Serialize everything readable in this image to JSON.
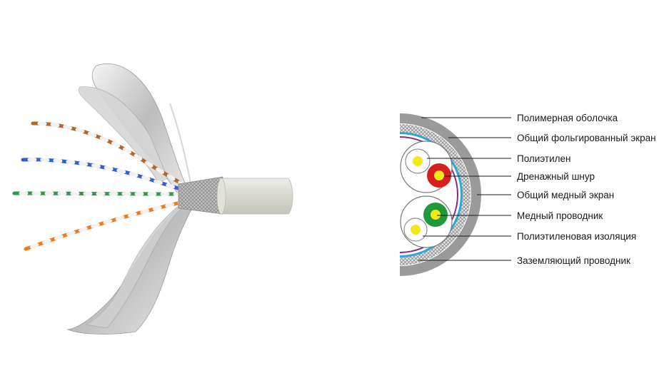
{
  "photo": {
    "pair_colors": [
      "#b5652a",
      "#2f5fd0",
      "#2a9a4a",
      "#f07a1a"
    ],
    "jacket_color": "#dcdcd4",
    "foil_color": "#c8c8c8"
  },
  "cross_section": {
    "colors": {
      "outer_jacket": "#9a9a9a",
      "foil_screen": "#2aa8d8",
      "copper_braid": "#a0a0a0",
      "polyethylene_wrap": "#8a2a7a",
      "drain_wire": "#d81e1e",
      "copper_conductor": "#f2e81a",
      "conductor_insulation_green": "#1e9a3a"
    }
  },
  "labels": [
    {
      "id": "polymer-jacket",
      "text": "Полимерная оболочка"
    },
    {
      "id": "foil-screen",
      "text": "Общий фольгированный экран"
    },
    {
      "id": "polyethylene",
      "text": "Полиэтилен"
    },
    {
      "id": "drain-wire",
      "text": "Дренажный шнур"
    },
    {
      "id": "copper-screen",
      "text": "Общий медный экран"
    },
    {
      "id": "copper-conductor",
      "text": "Медный проводник"
    },
    {
      "id": "pe-insulation",
      "text": "Полиэтиленовая изоляция"
    },
    {
      "id": "ground-conductor",
      "text": "Заземляющий проводник"
    }
  ]
}
